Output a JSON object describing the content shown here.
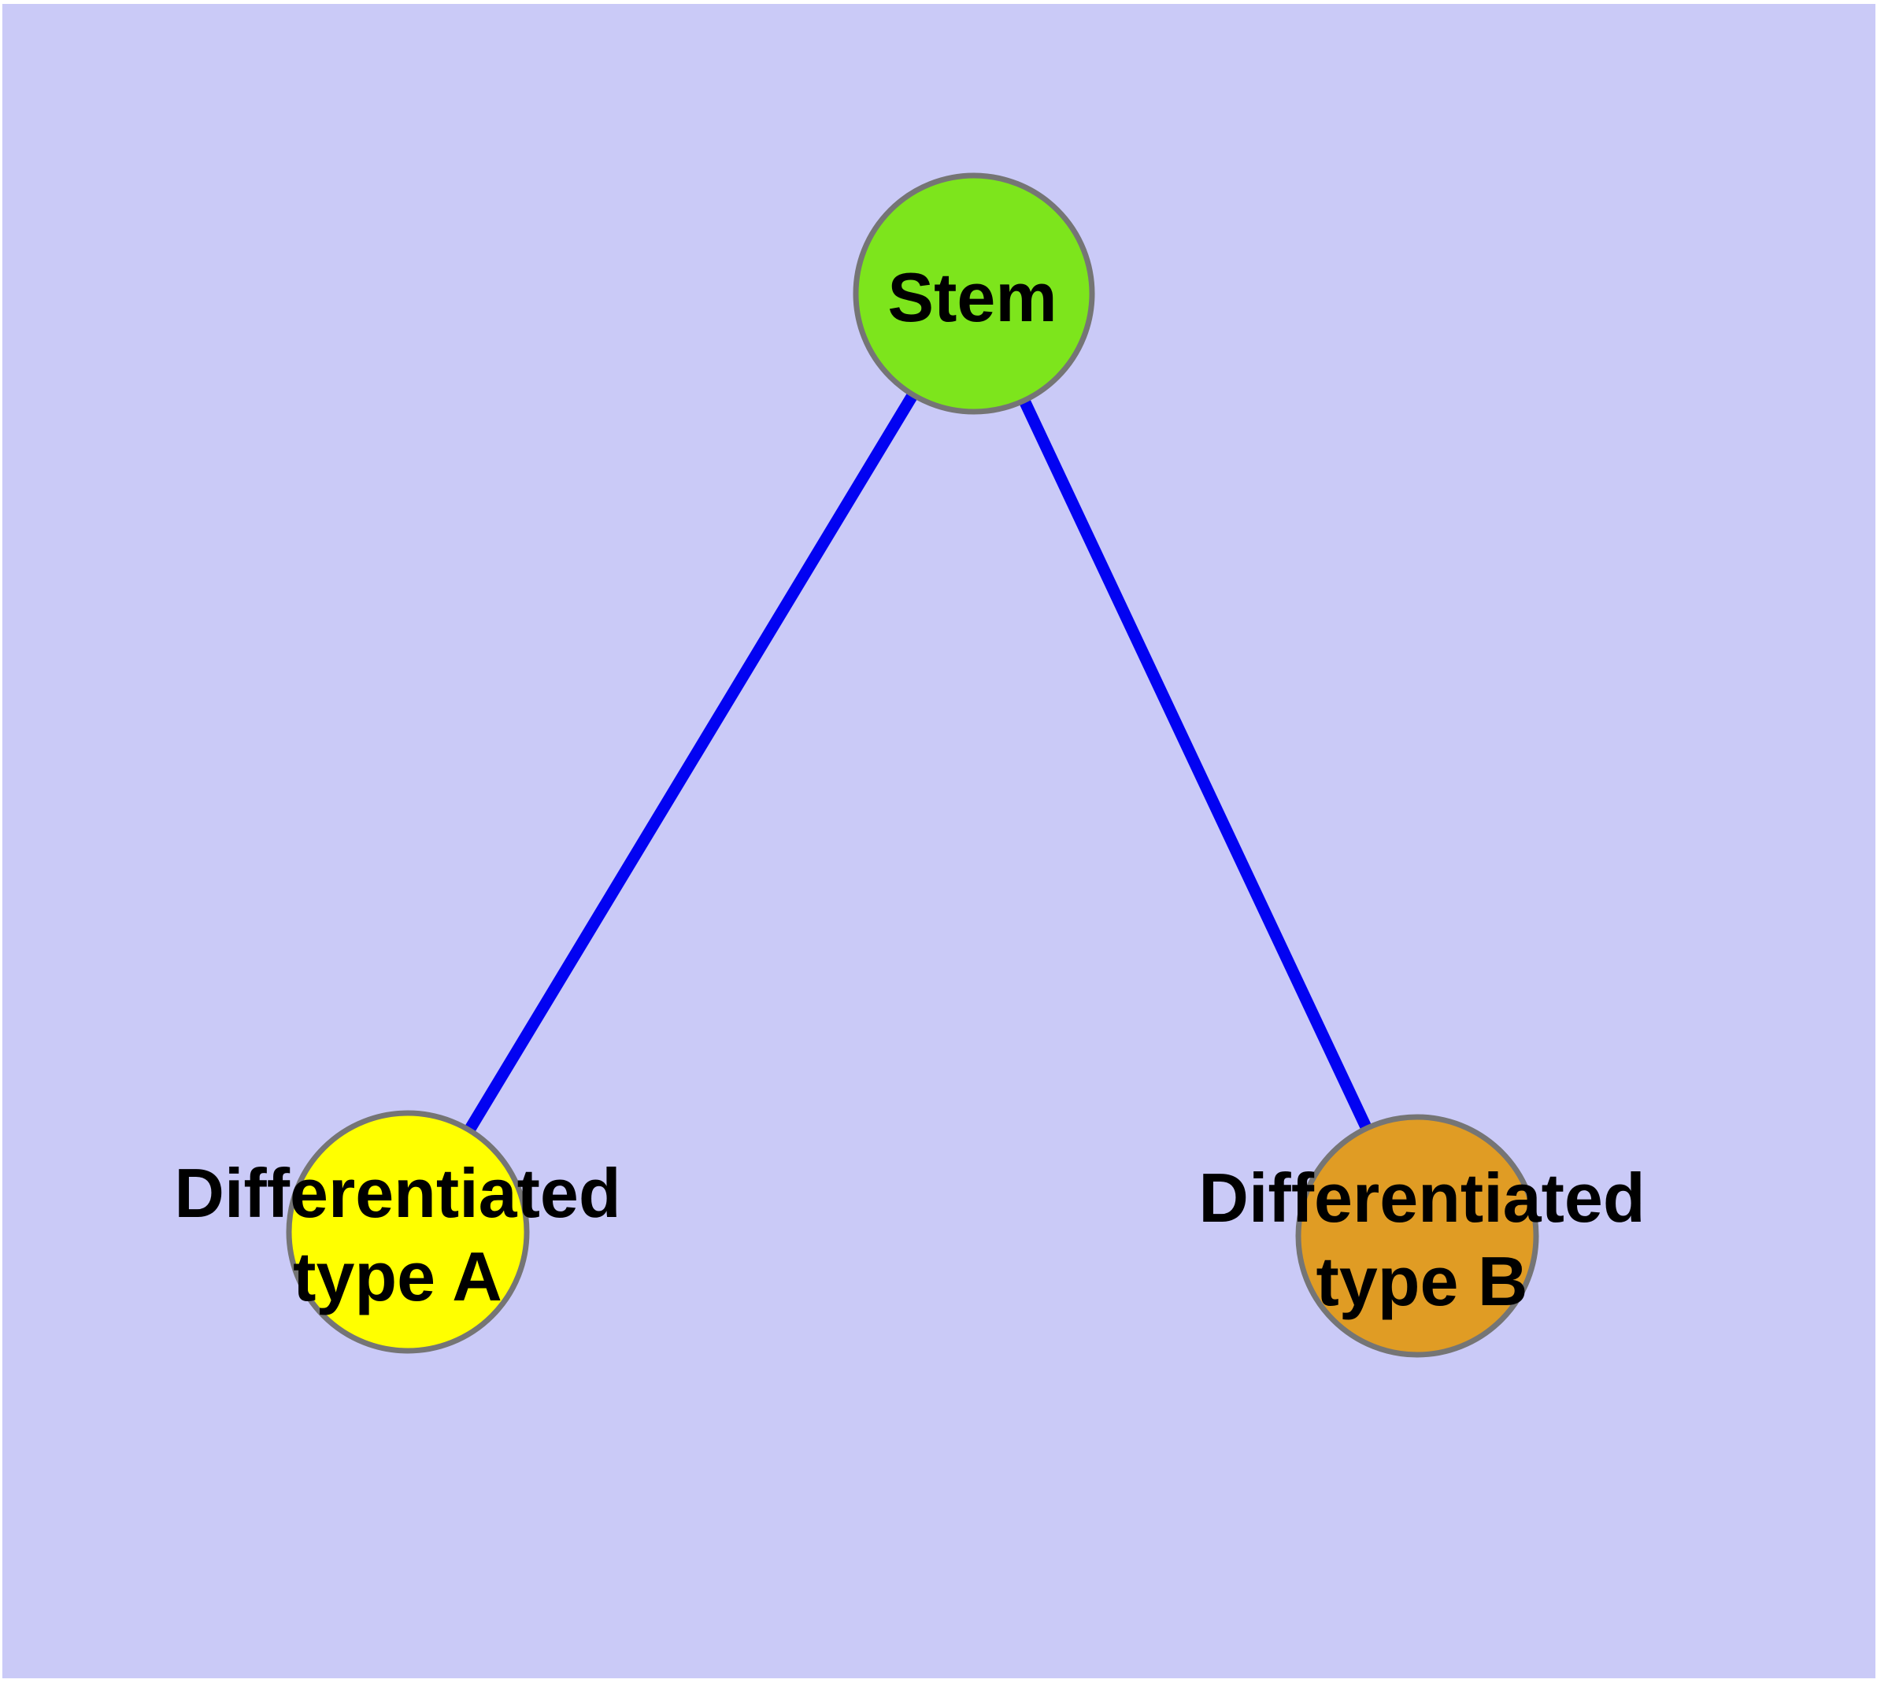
{
  "diagram": {
    "type": "graph",
    "description": "Stem cell differentiation diagram: one stem node connected to two differentiated cell type nodes",
    "background_color": "#CACAF7",
    "frame_color": "#FFFFFF",
    "edge_color": "#0202F2",
    "node_border_color": "#757575",
    "label_color": "#000000",
    "nodes": {
      "stem": {
        "label": "Stem",
        "fill": "#7DE51C"
      },
      "type_a": {
        "label_line1": "Differentiated",
        "label_line2": "type A",
        "fill": "#FFFF00"
      },
      "type_b": {
        "label_line1": "Differentiated",
        "label_line2": "type B",
        "fill": "#E09C24"
      }
    },
    "edges": [
      {
        "from": "Stem",
        "to": "Differentiated type A"
      },
      {
        "from": "Stem",
        "to": "Differentiated type B"
      }
    ]
  }
}
